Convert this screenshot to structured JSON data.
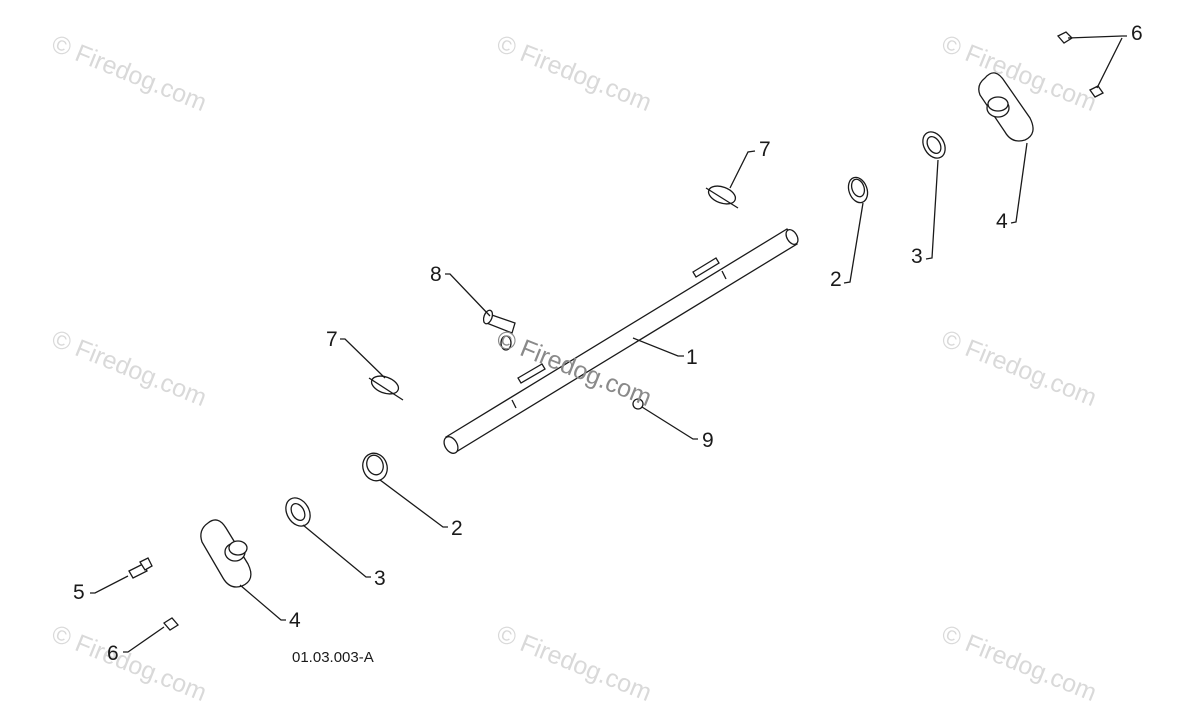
{
  "watermark": "© Firedog.com",
  "reference_code": "01.03.003-A",
  "callouts": {
    "shaft": "1",
    "bushing_right": "2",
    "bushing_left": "2",
    "washer_right": "3",
    "washer_left": "3",
    "bearing_flange_right": "4",
    "bearing_flange_left": "4",
    "bolt": "5",
    "nut_top": "6",
    "nut_bottom": "6",
    "pin_clip_top": "7",
    "pin_clip_left": "7",
    "clevis_pin": "8",
    "small_nut": "9"
  }
}
